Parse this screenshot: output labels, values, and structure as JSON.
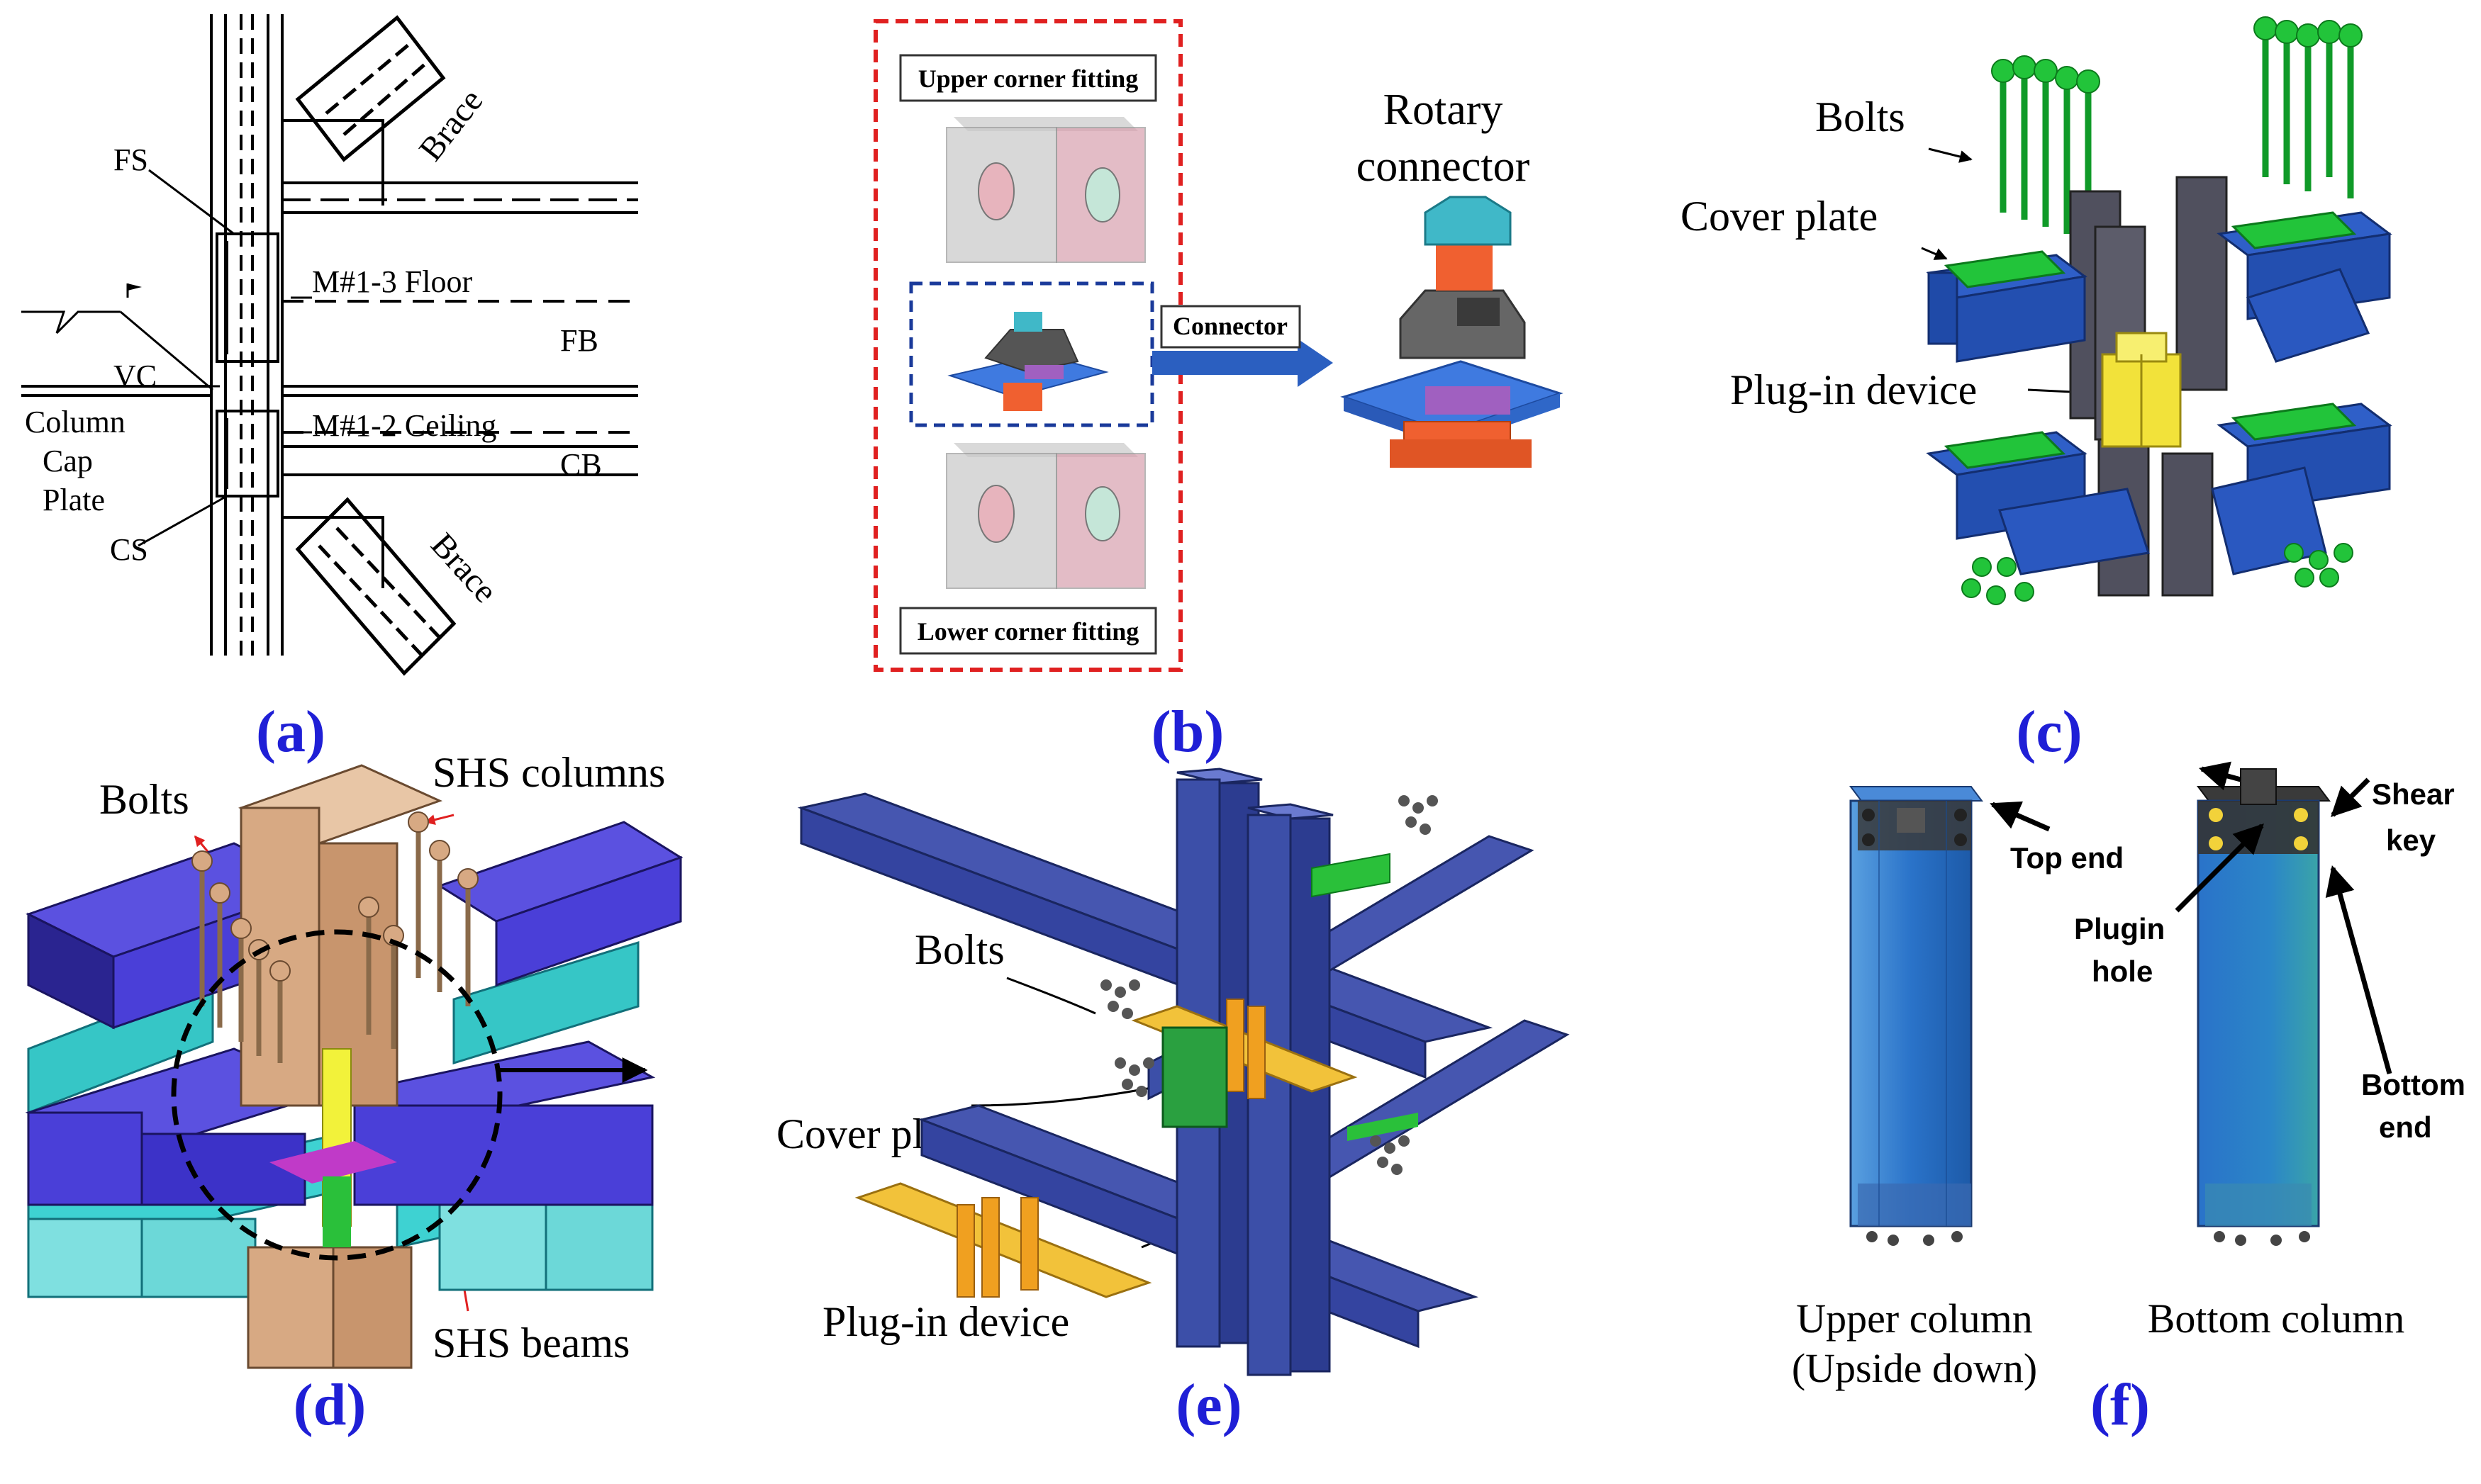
{
  "panels": {
    "a": {
      "caption": "(a)",
      "labels": {
        "brace_top": "Brace",
        "brace_bottom": "Brace",
        "fs": "FS",
        "floor": "M#1-3 Floor",
        "fb": "FB",
        "vc": "VC",
        "column_line1": "Column",
        "column_line2": "Cap",
        "column_line3": "Plate",
        "ceiling": "M#1-2 Ceiling",
        "cb": "CB",
        "cs": "CS"
      }
    },
    "b": {
      "caption": "(b)",
      "labels": {
        "upper": "Upper corner fitting",
        "lower": "Lower corner fitting",
        "connector": "Connector",
        "rotary1": "Rotary",
        "rotary2": "connector"
      }
    },
    "c": {
      "caption": "(c)",
      "labels": {
        "bolts": "Bolts",
        "cover_plate": "Cover plate",
        "plugin": "Plug-in device"
      }
    },
    "d": {
      "caption": "(d)",
      "labels": {
        "bolts": "Bolts",
        "shs_columns": "SHS columns",
        "shs_beams": "SHS beams"
      }
    },
    "e": {
      "caption": "(e)",
      "labels": {
        "bolts": "Bolts",
        "cover_plate": "Cover plate",
        "plugin": "Plug-in device"
      }
    },
    "f": {
      "caption": "(f)",
      "labels": {
        "top_end": "Top end",
        "shear1": "Shear",
        "shear2": "key",
        "plugin1": "Plugin",
        "plugin2": "hole",
        "bottom1": "Bottom",
        "bottom2": "end",
        "upper_col1": "Upper column",
        "upper_col2": "(Upside down)",
        "bottom_col": "Bottom column"
      }
    }
  },
  "colors": {
    "caption": "#1f1fd6",
    "beam_blue": "#2f5fc8",
    "steel_navy": "#3c4fa8",
    "bolt_green": "#22c43a",
    "plugin_yellow": "#f2e23a",
    "shs_tan": "#d7a983",
    "beam_violet": "#4a3fd8",
    "beam_cyan": "#3fd0d0",
    "dashed_red": "#e02020",
    "dashed_blue": "#1a3a9a",
    "column_teal": "#2a73c9"
  }
}
